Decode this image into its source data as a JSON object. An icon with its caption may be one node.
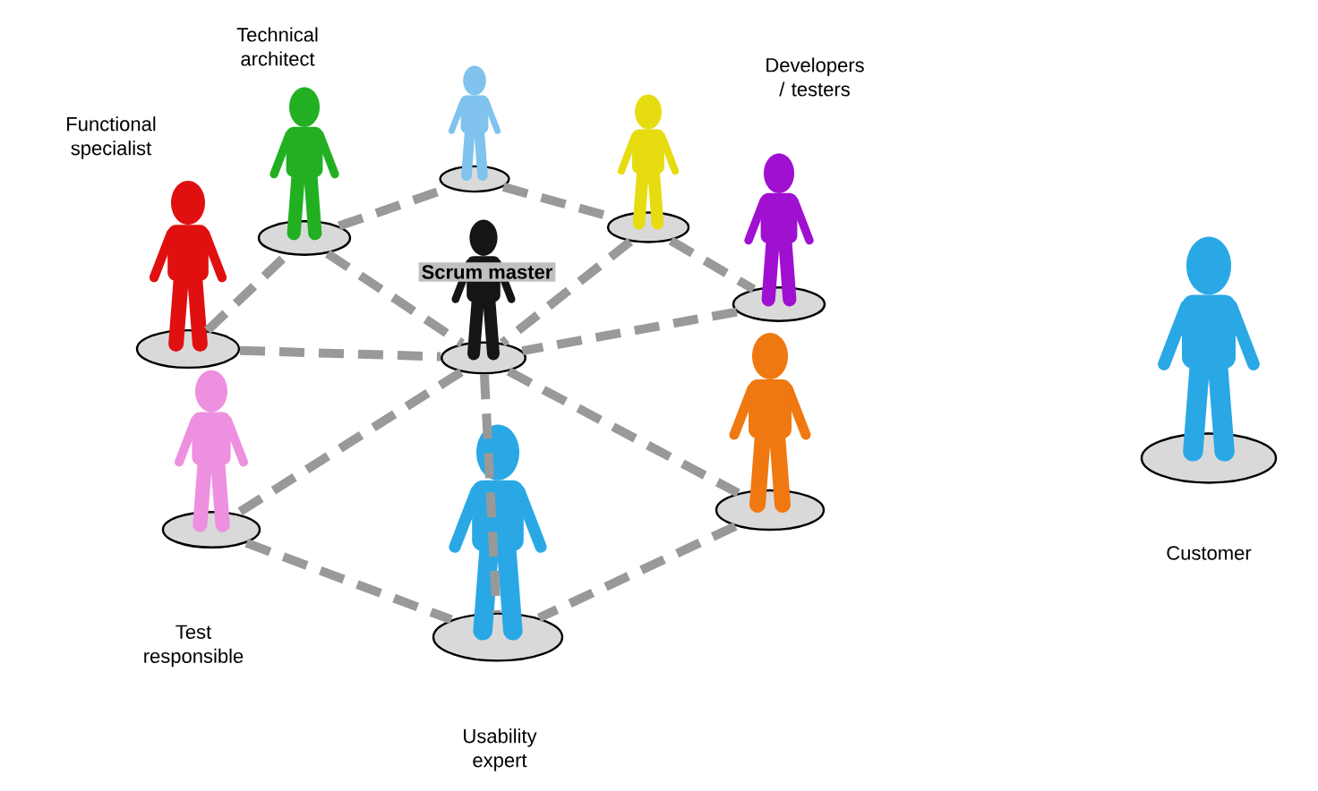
{
  "diagram": {
    "nodes": [
      {
        "text": [
          "Functional specialist"
        ]
      },
      {
        "text": [
          "Technical architect"
        ]
      },
      {
        "text": [],
        "shape": "person"
      },
      {
        "text": [],
        "shape": "person"
      },
      {
        "text": [],
        "shape": "person"
      },
      {
        "text": [
          "Scrum master"
        ]
      },
      {
        "text": [
          "Test responsible"
        ]
      },
      {
        "text": [],
        "shape": "person"
      },
      {
        "text": [
          "Usability expert"
        ]
      },
      {
        "text": [
          "Customer"
        ]
      }
    ],
    "edges": [
      {
        "from": 0,
        "to": 1,
        "arrow": "none"
      },
      {
        "from": 1,
        "to": 2,
        "arrow": "none"
      },
      {
        "from": 2,
        "to": 3,
        "arrow": "none"
      },
      {
        "from": 3,
        "to": 4,
        "arrow": "none"
      },
      {
        "from": 0,
        "to": 5,
        "arrow": "none"
      },
      {
        "from": 1,
        "to": 5,
        "arrow": "none"
      },
      {
        "from": 3,
        "to": 5,
        "arrow": "none"
      },
      {
        "from": 4,
        "to": 5,
        "arrow": "none"
      },
      {
        "from": 5,
        "to": 6,
        "arrow": "none"
      },
      {
        "from": 5,
        "to": 7,
        "arrow": "none"
      },
      {
        "from": 5,
        "to": 8,
        "arrow": "none"
      },
      {
        "from": 6,
        "to": 8,
        "arrow": "none"
      },
      {
        "from": 7,
        "to": 8,
        "arrow": "none"
      }
    ],
    "labels": [
      "Developers / testers"
    ]
  }
}
